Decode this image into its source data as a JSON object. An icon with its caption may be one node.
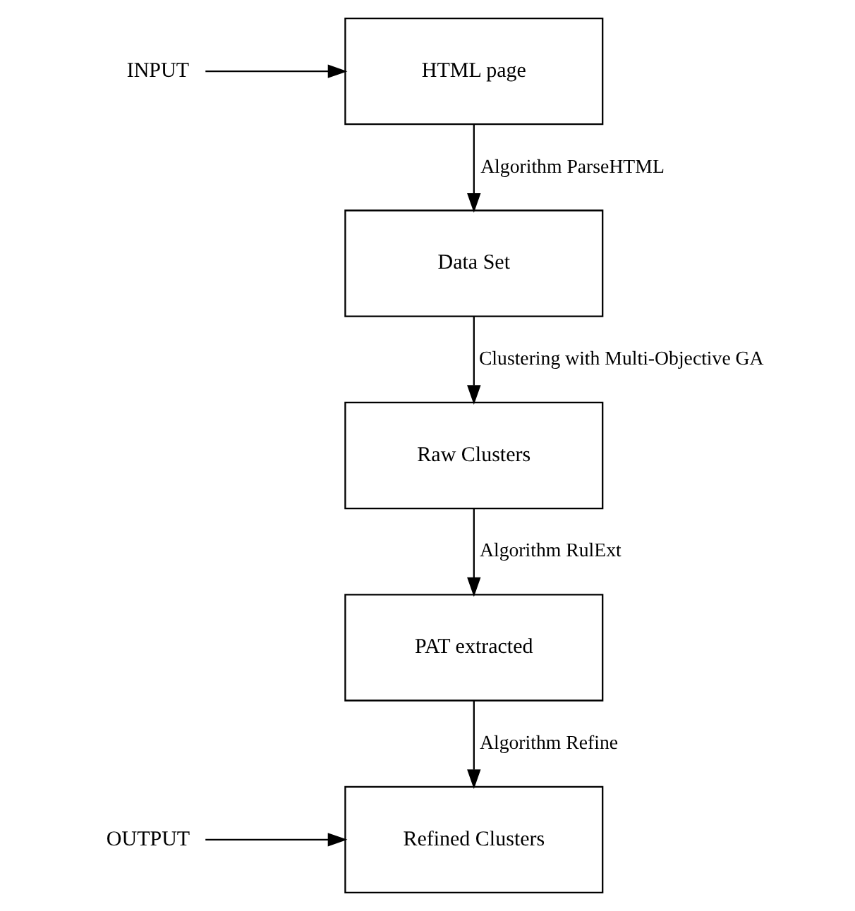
{
  "diagram": {
    "nodes": [
      {
        "text": [
          "INPUT"
        ]
      },
      {
        "text": [
          "HTML page"
        ]
      },
      {
        "text": [
          "Data Set"
        ]
      },
      {
        "text": [
          "Raw Clusters"
        ]
      },
      {
        "text": [
          "PAT extracted"
        ]
      },
      {
        "text": [
          "Refined Clusters"
        ]
      },
      {
        "text": [
          "OUTPUT"
        ]
      }
    ],
    "edges": [
      {
        "from": 0,
        "to": 1,
        "arrow": "to"
      },
      {
        "from": 1,
        "to": 2,
        "arrow": "to",
        "label": "Algorithm ParseHTML"
      },
      {
        "from": 2,
        "to": 3,
        "arrow": "to",
        "label": "Clustering with Multi-Objective GA"
      },
      {
        "from": 3,
        "to": 4,
        "arrow": "to",
        "label": "Algorithm RulExt"
      },
      {
        "from": 4,
        "to": 5,
        "arrow": "to",
        "label": "Algorithm Refine"
      },
      {
        "from": 6,
        "to": 5,
        "arrow": "to"
      }
    ]
  }
}
